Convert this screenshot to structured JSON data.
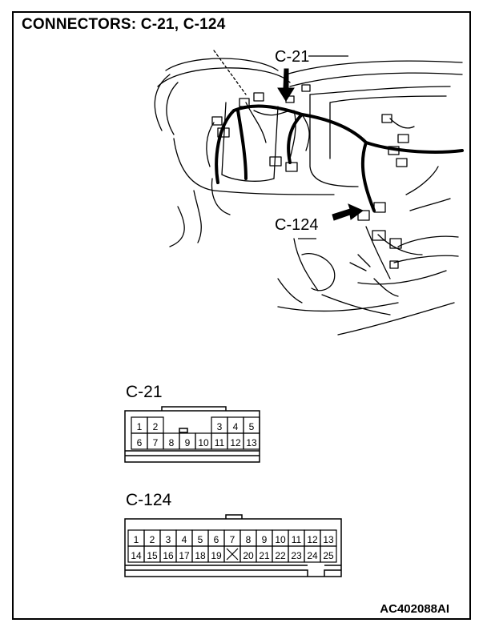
{
  "title": "CONNECTORS: C-21, C-124",
  "callouts": {
    "upper": "C-21",
    "lower": "C-124"
  },
  "connectors": [
    {
      "id": "C-21",
      "label": "C-21",
      "top_row": [
        "1",
        "2",
        "",
        "",
        "",
        "3",
        "4",
        "5"
      ],
      "bottom_row": [
        "6",
        "7",
        "8",
        "9",
        "10",
        "11",
        "12",
        "13"
      ]
    },
    {
      "id": "C-124",
      "label": "C-124",
      "top_row": [
        "1",
        "2",
        "3",
        "4",
        "5",
        "6",
        "7",
        "8",
        "9",
        "10",
        "11",
        "12",
        "13"
      ],
      "bottom_row": [
        "14",
        "15",
        "16",
        "17",
        "18",
        "19",
        "X",
        "20",
        "21",
        "22",
        "23",
        "24",
        "25"
      ]
    }
  ],
  "figure_code": "AC402088AI"
}
